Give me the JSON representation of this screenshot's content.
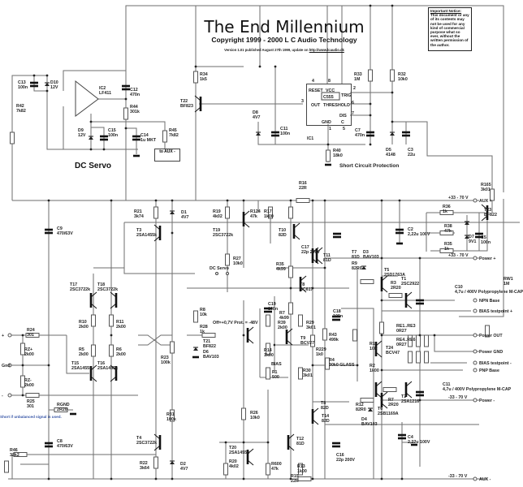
{
  "header": {
    "title": "The End Millennium",
    "copyright": "Copyright 1999 - 2000 L C Audio Technology",
    "version": "Version 1.01 published August 27th 1999, update on",
    "url": "http://www.lcaudio.dk"
  },
  "notice": {
    "heading": "Important Notice:",
    "body": "This document or any of its contents may not be used for any kind of commercial purpose what so ever, without the written permission of the author."
  },
  "sections": {
    "dc_servo": "DC Servo",
    "short_circuit": "Short Circuit Protection",
    "aux_box": "to AUX -",
    "unbalanced_note": "Short if unbalanced signal is used.",
    "dc_switch": "DC Servo"
  },
  "ic1_pins": {
    "reset": "RESET",
    "vcc": "VCC",
    "trig": "TRIG",
    "out": "OUT",
    "threshold": "THRESHOLD",
    "dis": "DIS",
    "gnd": "GND",
    "c": "C",
    "chip": "C555",
    "name": "IC1",
    "p4": "4",
    "p8": "8",
    "p2": "2",
    "p3": "3",
    "p6": "6",
    "p7": "7",
    "p1": "1",
    "p5": "5"
  },
  "terminals": [
    {
      "label": "AUX +",
      "rail": "+33 - 70 V"
    },
    {
      "label": "Power +",
      "rail": "+33 - 70 V"
    },
    {
      "label": "NPN Base",
      "rail": ""
    },
    {
      "label": "BIAS testpoint +",
      "rail": ""
    },
    {
      "label": "Power OUT",
      "rail": ""
    },
    {
      "label": "Power GND",
      "rail": ""
    },
    {
      "label": "BIAS testpoint -",
      "rail": ""
    },
    {
      "label": "PNP Base",
      "rail": ""
    },
    {
      "label": "Power -",
      "rail": "-33 - 70 V"
    },
    {
      "label": "AUX -",
      "rail": "-33 - 70 V"
    }
  ],
  "inputs": [
    "+",
    "Gnd",
    "-"
  ],
  "components": [
    {
      "ref": "C13",
      "value": "100n"
    },
    {
      "ref": "D10",
      "value": "12V"
    },
    {
      "ref": "IC2",
      "value": "LF411"
    },
    {
      "ref": "C12",
      "value": "470n"
    },
    {
      "ref": "R42",
      "value": "7k82"
    },
    {
      "ref": "R44",
      "value": "301k"
    },
    {
      "ref": "D9",
      "value": "12V"
    },
    {
      "ref": "C15",
      "value": "100n"
    },
    {
      "ref": "C14",
      "value": "1u MKT"
    },
    {
      "ref": "R45",
      "value": "7k82"
    },
    {
      "ref": "R34",
      "value": "1k5"
    },
    {
      "ref": "T22",
      "value": "BF823"
    },
    {
      "ref": "D8",
      "value": "4V7"
    },
    {
      "ref": "C11",
      "value": "100n"
    },
    {
      "ref": "R33",
      "value": "1M"
    },
    {
      "ref": "R32",
      "value": "10k0"
    },
    {
      "ref": "C7",
      "value": "470n"
    },
    {
      "ref": "R40",
      "value": "18k0"
    },
    {
      "ref": "D5",
      "value": "4148"
    },
    {
      "ref": "C3",
      "value": "22u"
    },
    {
      "ref": "R165",
      "value": "3k01"
    },
    {
      "ref": "T23",
      "value": "BF822"
    },
    {
      "ref": "R36",
      "value": "1k"
    },
    {
      "ref": "R38",
      "value": "47k"
    },
    {
      "ref": "D7",
      "value": "9V1"
    },
    {
      "ref": "C5",
      "value": "100n"
    },
    {
      "ref": "R35",
      "value": "1k"
    },
    {
      "ref": "C2",
      "value": "2,22u 100V"
    },
    {
      "ref": "D3",
      "value": "BAV103"
    },
    {
      "ref": "T7",
      "value": "81D"
    },
    {
      "ref": "R9",
      "value": "82R0"
    },
    {
      "ref": "T5",
      "value": "2SD1763A"
    },
    {
      "ref": "R3",
      "value": "2R20"
    },
    {
      "ref": "T1",
      "value": "2SC2922"
    },
    {
      "ref": "C10",
      "value": "4,7u / 400V Polypropylene M-CAP"
    },
    {
      "ref": "RW1",
      "value": "1M"
    },
    {
      "ref": "R1",
      "value": "10R"
    },
    {
      "ref": "RE1..RE3",
      "value": "0R27"
    },
    {
      "ref": "RE4..RE6",
      "value": "0R27"
    },
    {
      "ref": "R2",
      "value": "1k00"
    },
    {
      "ref": "T24",
      "value": "BCV47"
    },
    {
      "ref": "R7",
      "value": "2R20"
    },
    {
      "ref": "T2",
      "value": "2SA1216"
    },
    {
      "ref": "R12",
      "value": "82R0"
    },
    {
      "ref": "T6",
      "value": "2SB1169A"
    },
    {
      "ref": "D4",
      "value": "BAV103"
    },
    {
      "ref": "C11",
      "value": "4,7u / 400V Polypropylene M-CAP"
    },
    {
      "ref": "C4",
      "value": "2,22u 100V"
    },
    {
      "ref": "C9",
      "value": "470/63V"
    },
    {
      "ref": "R21",
      "value": "3k74"
    },
    {
      "ref": "D1",
      "value": "4V7"
    },
    {
      "ref": "T3",
      "value": "2SA1455k"
    },
    {
      "ref": "T17",
      "value": "2SC3722k"
    },
    {
      "ref": "T18",
      "value": "2SC3722k"
    },
    {
      "ref": "R10",
      "value": "2k00"
    },
    {
      "ref": "R11",
      "value": "2k00"
    },
    {
      "ref": "R24",
      "value": "301"
    },
    {
      "ref": "RZ+",
      "value": "2k00"
    },
    {
      "ref": "RZ-",
      "value": "2k00"
    },
    {
      "ref": "R25",
      "value": "301"
    },
    {
      "ref": "R5",
      "value": "2k00"
    },
    {
      "ref": "R6",
      "value": "2k00"
    },
    {
      "ref": "T15",
      "value": "2SA1455k"
    },
    {
      "ref": "T16",
      "value": "2SA1455k"
    },
    {
      "ref": "R23",
      "value": "100k"
    },
    {
      "ref": "RGND",
      "value": "2R20"
    },
    {
      "ref": "C8",
      "value": "470/63V"
    },
    {
      "ref": "R46",
      "value": "33k2"
    },
    {
      "ref": "T4",
      "value": "2SC3722k"
    },
    {
      "ref": "R22",
      "value": "3k64"
    },
    {
      "ref": "D2",
      "value": "4V7"
    },
    {
      "ref": "R19",
      "value": "4k02"
    },
    {
      "ref": "T19",
      "value": "2SC3722k"
    },
    {
      "ref": "R27",
      "value": "10k0"
    },
    {
      "ref": "R124",
      "value": "47k"
    },
    {
      "ref": "R17",
      "value": "1k00"
    },
    {
      "ref": "T10",
      "value": "82D"
    },
    {
      "ref": "R16",
      "value": "22R"
    },
    {
      "ref": "C17",
      "value": "22p 200V"
    },
    {
      "ref": "T11",
      "value": "81D"
    },
    {
      "ref": "R8",
      "value": "10k"
    },
    {
      "ref": "R28",
      "value": "1k"
    },
    {
      "ref": "T21",
      "value": "BF822"
    },
    {
      "ref": "D6",
      "value": "BAV103"
    },
    {
      "ref": "R35",
      "value": "4k99"
    },
    {
      "ref": "T8",
      "value": "BC617"
    },
    {
      "ref": "C19",
      "value": "100n"
    },
    {
      "ref": "R7",
      "value": "4k99"
    },
    {
      "ref": "R39",
      "value": "2k00"
    },
    {
      "ref": "R29",
      "value": "3k01"
    },
    {
      "ref": "T9",
      "value": "BCV27"
    },
    {
      "ref": "R43",
      "value": "499k"
    },
    {
      "ref": "C18",
      "value": "100n"
    },
    {
      "ref": "R229",
      "value": "1k0"
    },
    {
      "ref": "R14",
      "value": "1k00"
    },
    {
      "ref": "BIAS",
      "value": ""
    },
    {
      "ref": "P1",
      "value": "500"
    },
    {
      "ref": "R30",
      "value": "3k01"
    },
    {
      "ref": "R4",
      "value": "30k0 GLASS"
    },
    {
      "ref": "T8",
      "value": "82D"
    },
    {
      "ref": "T14",
      "value": "82D"
    },
    {
      "ref": "C16",
      "value": "22p 200V"
    },
    {
      "ref": "R31",
      "value": "100k"
    },
    {
      "ref": "R26",
      "value": "10k0"
    },
    {
      "ref": "T20",
      "value": "2SA1455k"
    },
    {
      "ref": "R20",
      "value": "4k02"
    },
    {
      "ref": "R600",
      "value": "47k"
    },
    {
      "ref": "T12",
      "value": "81D"
    },
    {
      "ref": "R13",
      "value": "1k00"
    },
    {
      "ref": "R15",
      "value": "22R"
    }
  ],
  "notes": {
    "t21_note": "Off=+0,7V Prot. = -48V"
  }
}
